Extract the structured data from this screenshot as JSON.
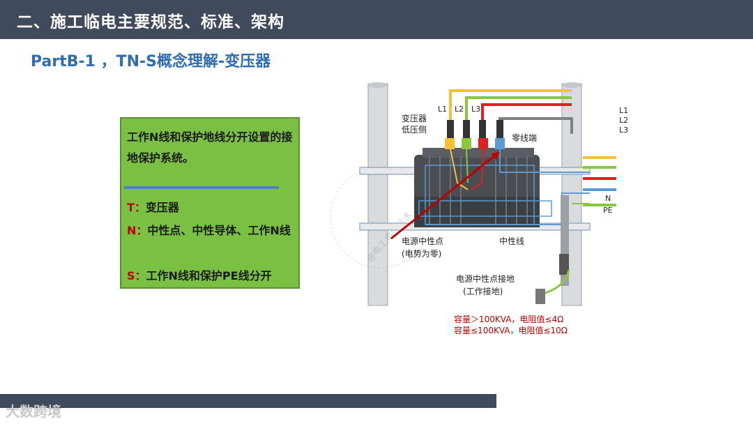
{
  "header": {
    "title": "二、施工临电主要规范、标准、架构"
  },
  "subtitle": "PartB-1  ，TN-S概念理解-变压器",
  "definition_box": {
    "description": "工作N线和保护地线分开设置的接地保护系统。",
    "items": [
      {
        "key": "T：",
        "value": "变压器"
      },
      {
        "key": "N：",
        "value": "中性点、中性导体、工作N线"
      },
      {
        "key": "S：",
        "value": "工作N线和保护PE线分开"
      }
    ]
  },
  "diagram": {
    "transformer_label_1": "变压器",
    "transformer_label_2": "低压侧",
    "phase_labels": [
      "L1",
      "L2",
      "L3"
    ],
    "right_labels": [
      "L1",
      "L2",
      "L3",
      "N",
      "PE"
    ],
    "neutral_terminal": "零线端",
    "neutral_point_1": "电源中性点",
    "neutral_point_2": "(电势为零)",
    "neutral_line": "中性线",
    "grounding_1": "电源中性点接地",
    "grounding_2": "(工作接地)",
    "condition_1": "容量＞100KVA，电阻值≤4Ω",
    "condition_2": "容量≤100KVA，电阻值≤10Ω",
    "stamp_text": "@电工电气技术",
    "colors": {
      "L1": "#f2c230",
      "L2": "#8cc63f",
      "L3": "#e02020",
      "N": "#5b9bd5",
      "PE": "#8cc63f",
      "arrow": "#c00000",
      "condition_text": "#c00000"
    }
  },
  "watermark": "大数跨境"
}
